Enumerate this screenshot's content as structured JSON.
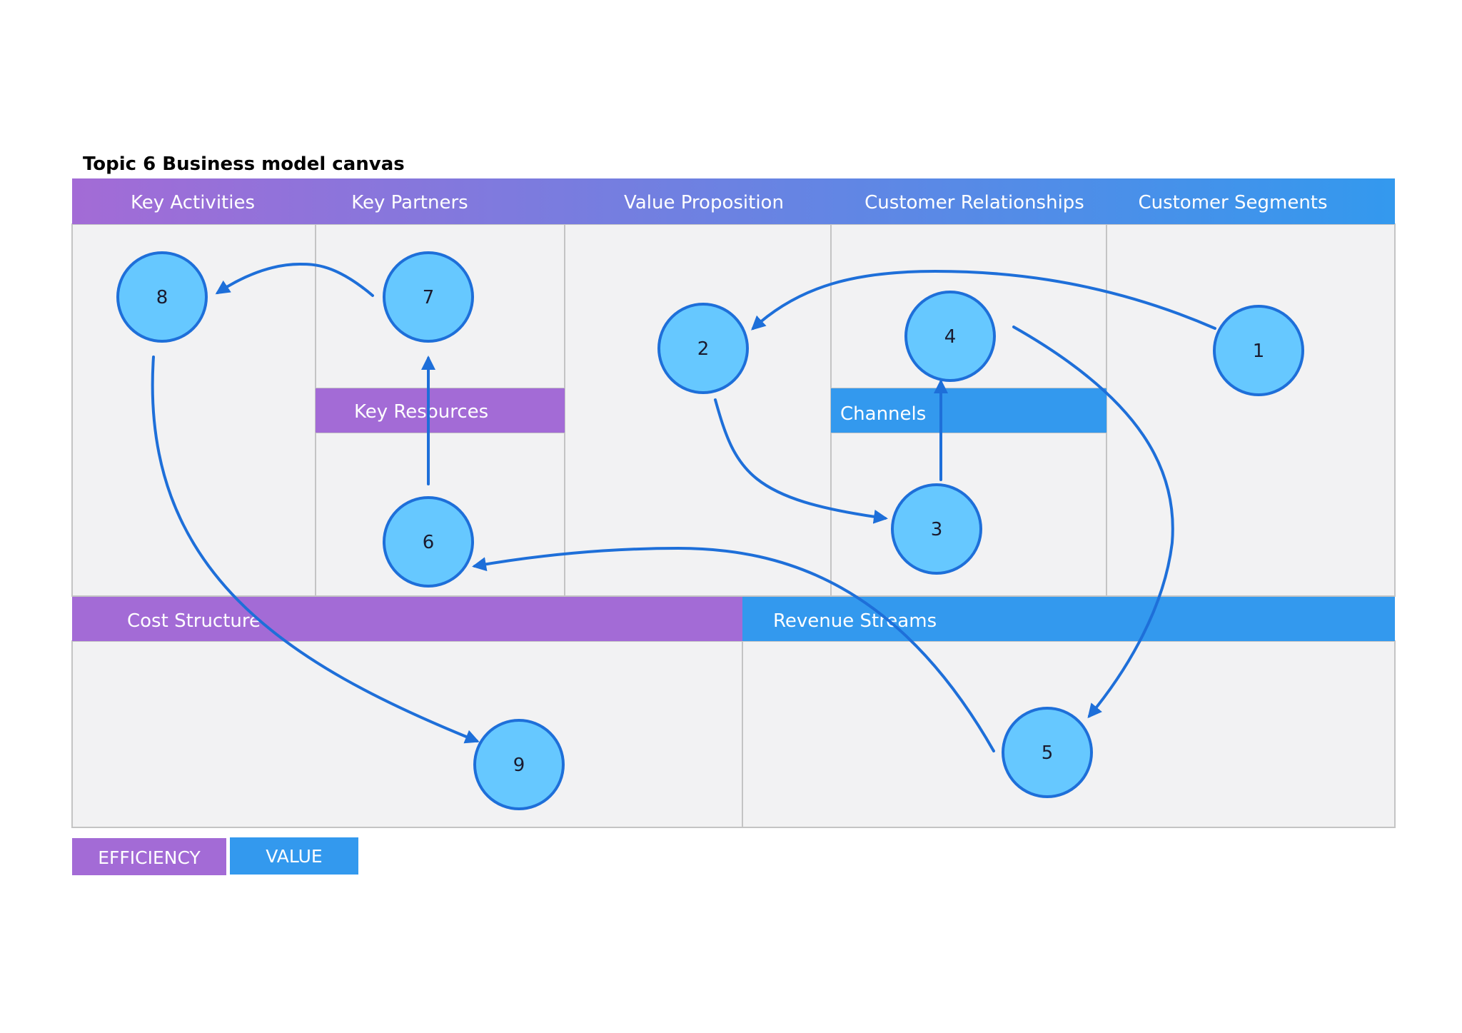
{
  "title": "Topic 6  Business model canvas",
  "colors": {
    "efficiency": "#a36bd6",
    "value": "#3399ee",
    "cell_bg": "#f2f2f3",
    "cell_border": "#c4c4c4",
    "node_fill": "#66c8ff",
    "node_stroke": "#1e6fd9",
    "arrow": "#1e6fd9"
  },
  "sections": {
    "key_activities": "Key Activities",
    "key_partners": "Key Partners",
    "value_proposition": "Value Proposition",
    "customer_relationships": "Customer Relationships",
    "customer_segments": "Customer Segments",
    "key_resources": "Key Resources",
    "channels": "Channels",
    "cost_structure": "Cost Structure",
    "revenue_streams": "Revenue Streams"
  },
  "legend": {
    "efficiency": "EFFICIENCY",
    "value": "VALUE"
  },
  "nodes": [
    {
      "id": "1",
      "label": "1"
    },
    {
      "id": "2",
      "label": "2"
    },
    {
      "id": "3",
      "label": "3"
    },
    {
      "id": "4",
      "label": "4"
    },
    {
      "id": "5",
      "label": "5"
    },
    {
      "id": "6",
      "label": "6"
    },
    {
      "id": "7",
      "label": "7"
    },
    {
      "id": "8",
      "label": "8"
    },
    {
      "id": "9",
      "label": "9"
    }
  ]
}
